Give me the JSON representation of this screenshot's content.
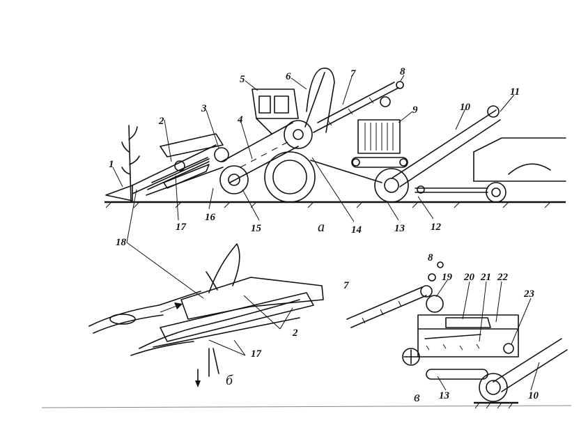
{
  "labels": {
    "n1": "1",
    "n2": "2",
    "n3": "3",
    "n4": "4",
    "n5": "5",
    "n6": "6",
    "n7": "7",
    "n8": "8",
    "n9": "9",
    "n10": "10",
    "n11": "11",
    "n12": "12",
    "n13": "13",
    "n14": "14",
    "n15": "15",
    "n16": "16",
    "n17": "17",
    "n18": "18",
    "b2": "2",
    "b17": "17",
    "c7": "7",
    "c8": "8",
    "c19": "19",
    "c20": "20",
    "c21": "21",
    "c22": "22",
    "c23": "23",
    "c13": "13",
    "c10": "10"
  },
  "subfigures": {
    "a": "а",
    "b": "б",
    "c": "в"
  }
}
